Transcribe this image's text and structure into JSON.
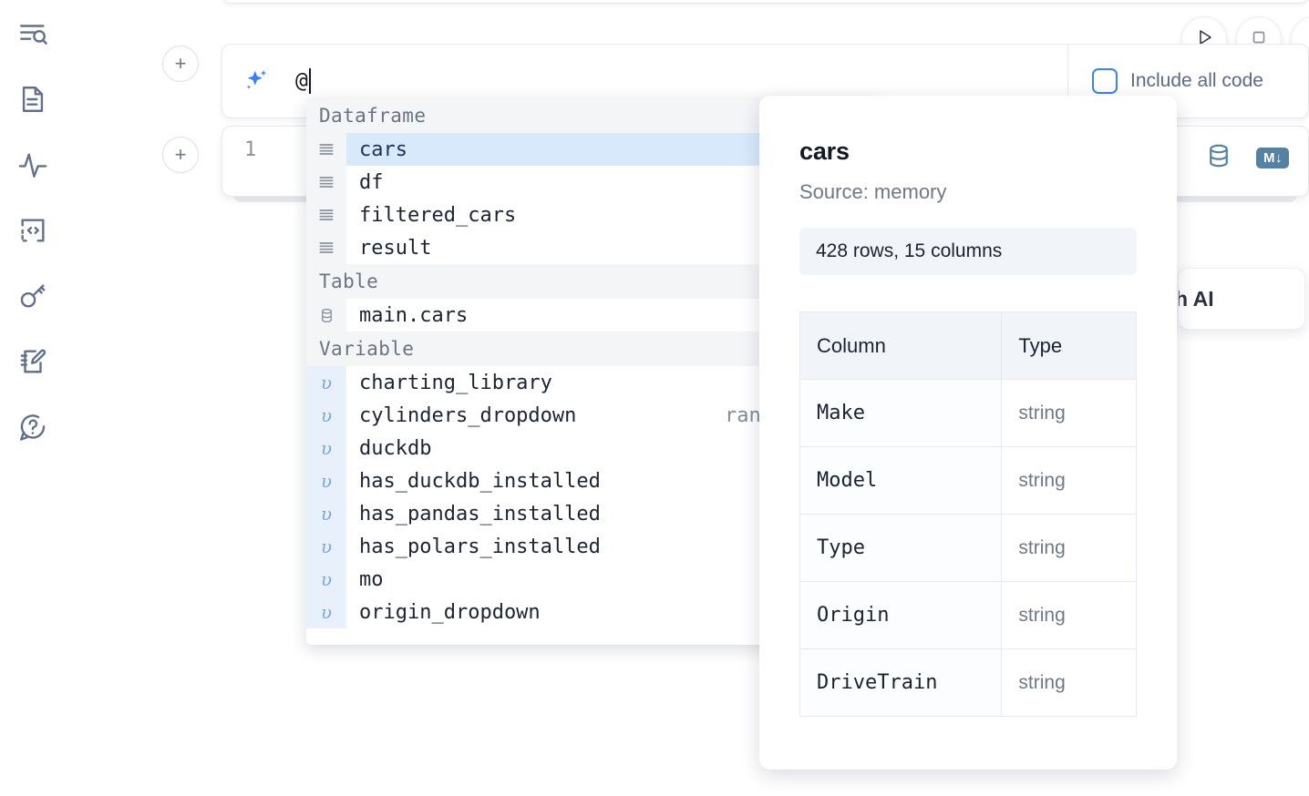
{
  "sidebar": {
    "items": [
      {
        "name": "explore-icon",
        "label": "Explore"
      },
      {
        "name": "document-icon",
        "label": "Documentation"
      },
      {
        "name": "activity-icon",
        "label": "Activity"
      },
      {
        "name": "code-icon",
        "label": "Snippets"
      },
      {
        "name": "key-icon",
        "label": "Secrets"
      },
      {
        "name": "notebook-edit-icon",
        "label": "Scratchpad"
      },
      {
        "name": "help-icon",
        "label": "Help"
      }
    ]
  },
  "toolbar": {
    "run_label": "Run",
    "stop_label": "Interrupt",
    "add_cell_label": "+"
  },
  "ai_cell": {
    "input_value": "@",
    "placeholder": "",
    "include_all_code_label": "Include all code",
    "include_all_code_checked": false,
    "sparkle_icon": "sparkles-icon"
  },
  "code_cell": {
    "line_number": "1",
    "database_icon": "database-icon",
    "markdown_badge": "M↓"
  },
  "ai_card": {
    "text": "h AI"
  },
  "completion": {
    "groups": [
      {
        "title": "Dataframe",
        "icon": "dataframe-icon",
        "items": [
          {
            "name": "cars",
            "kind": "in-memory",
            "selected": true
          },
          {
            "name": "df",
            "kind": "in-memory",
            "selected": false
          },
          {
            "name": "filtered_cars",
            "kind": "in-memory",
            "selected": false
          },
          {
            "name": "result",
            "kind": "in-memory",
            "selected": false
          }
        ]
      },
      {
        "title": "Table",
        "icon": "table-icon",
        "items": [
          {
            "name": "main.cars",
            "kind": "in-memory",
            "selected": false
          }
        ]
      },
      {
        "title": "Variable",
        "icon": "variable-icon",
        "items": [
          {
            "name": "charting_library",
            "kind": "radio",
            "selected": false
          },
          {
            "name": "cylinders_dropdown",
            "kind": "range_slider",
            "selected": false
          },
          {
            "name": "duckdb",
            "kind": "module",
            "selected": false
          },
          {
            "name": "has_duckdb_installed",
            "kind": "bool",
            "selected": false
          },
          {
            "name": "has_pandas_installed",
            "kind": "bool",
            "selected": false
          },
          {
            "name": "has_polars_installed",
            "kind": "bool",
            "selected": false
          },
          {
            "name": "mo",
            "kind": "module",
            "selected": false
          },
          {
            "name": "origin_dropdown",
            "kind": "dropdown",
            "selected": false
          }
        ]
      }
    ]
  },
  "detail": {
    "title": "cars",
    "source": "Source: memory",
    "shape": "428 rows, 15 columns",
    "columns_header": "Column",
    "type_header": "Type",
    "rows": [
      {
        "column": "Make",
        "type": "string"
      },
      {
        "column": "Model",
        "type": "string"
      },
      {
        "column": "Type",
        "type": "string"
      },
      {
        "column": "Origin",
        "type": "string"
      },
      {
        "column": "DriveTrain",
        "type": "string"
      }
    ]
  },
  "colors": {
    "accent_blue": "#3b82f6",
    "selection_blue": "#d8e9fb",
    "icon_slate": "#63708b",
    "steel_blue": "#5582a3"
  }
}
